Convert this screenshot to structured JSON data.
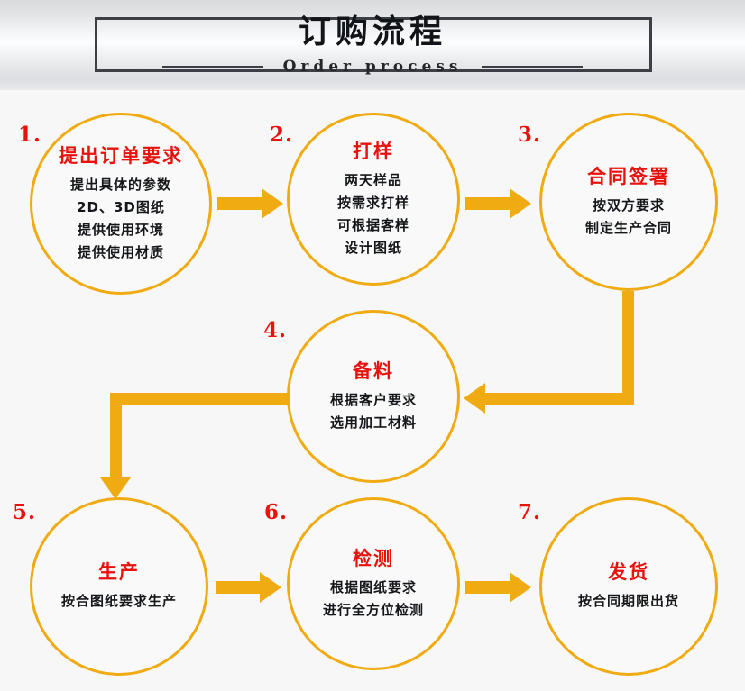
{
  "header": {
    "title": "订购流程",
    "subtitle": "Order process"
  },
  "colors": {
    "accent": "#f0ab12",
    "title_red": "#e8120c",
    "body_black": "#14161a",
    "header_border": "#3c3f45",
    "background": "#f7f7f7"
  },
  "steps": [
    {
      "number": "1.",
      "title": "提出订单要求",
      "lines": [
        "提出具体的参数",
        "2D、3D图纸",
        "提供使用环境",
        "提供使用材质"
      ]
    },
    {
      "number": "2.",
      "title": "打样",
      "lines": [
        "两天样品",
        "按需求打样",
        "可根据客样",
        "设计图纸"
      ]
    },
    {
      "number": "3.",
      "title": "合同签署",
      "lines": [
        "按双方要求",
        "制定生产合同"
      ]
    },
    {
      "number": "4.",
      "title": "备料",
      "lines": [
        "根据客户要求",
        "选用加工材料"
      ]
    },
    {
      "number": "5.",
      "title": "生产",
      "lines": [
        "按合图纸要求生产"
      ]
    },
    {
      "number": "6.",
      "title": "检测",
      "lines": [
        "根据图纸要求",
        "进行全方位检测"
      ]
    },
    {
      "number": "7.",
      "title": "发货",
      "lines": [
        "按合同期限出货"
      ]
    }
  ]
}
